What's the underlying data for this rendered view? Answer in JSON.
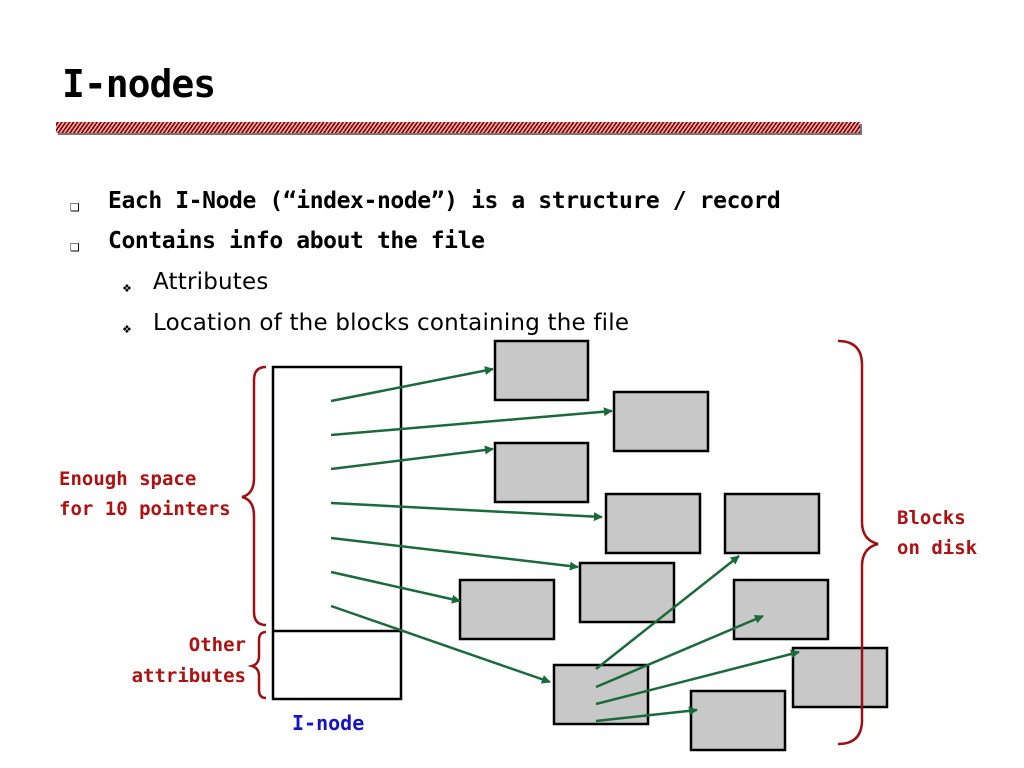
{
  "slide": {
    "title": "I-nodes",
    "bullets": [
      {
        "level": 1,
        "marker": "❑",
        "text": "Each I-Node (“index-node”) is a structure / record"
      },
      {
        "level": 1,
        "marker": "❑",
        "text": "Contains info about the file"
      },
      {
        "level": 2,
        "marker": "❖",
        "text": "Attributes"
      },
      {
        "level": 2,
        "marker": "❖",
        "text": "Location of the blocks containing the file"
      }
    ]
  },
  "diagram": {
    "inode_label": "I-node",
    "pointers_label_line1": "Enough space",
    "pointers_label_line2": "for 10 pointers",
    "attributes_label_line1": "Other",
    "attributes_label_line2": "attributes",
    "blocks_label_line1": "Blocks",
    "blocks_label_line2": "on disk",
    "colors": {
      "arrow": "#1a6b3a",
      "block_fill": "#c8c8c8",
      "brace": "#a01010",
      "label_red": "#b01010",
      "label_blue": "#1515c8"
    }
  }
}
